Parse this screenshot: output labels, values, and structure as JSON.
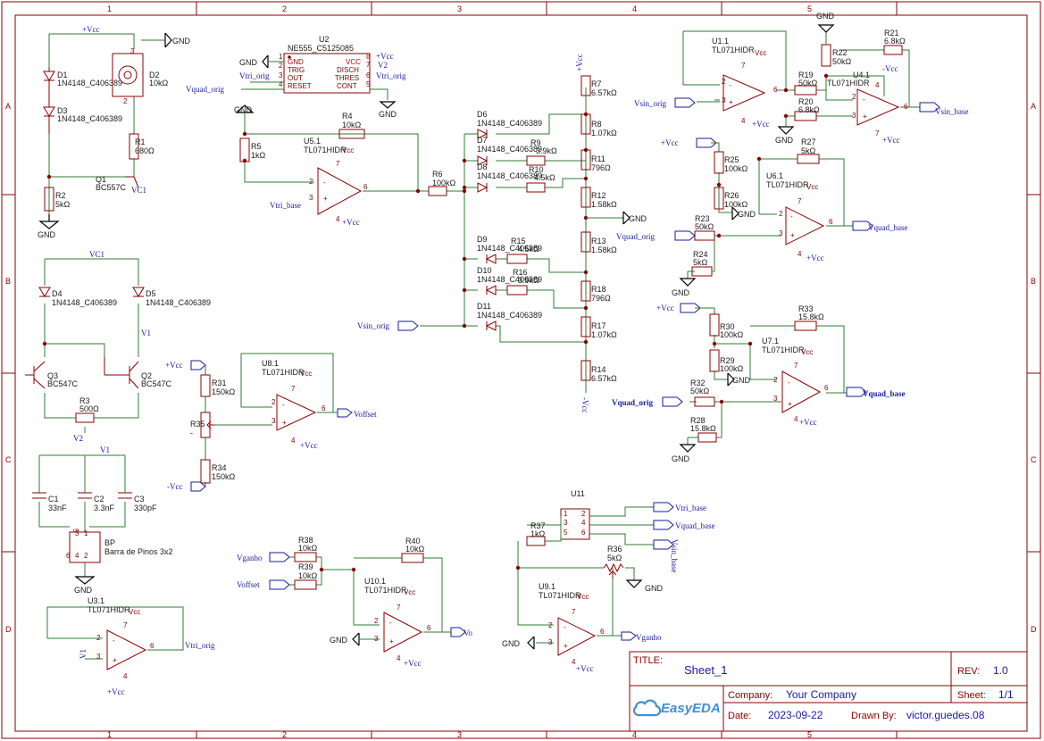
{
  "grid": {
    "cols": [
      "1",
      "2",
      "3",
      "4",
      "5"
    ],
    "rows": [
      "A",
      "B",
      "C",
      "D"
    ]
  },
  "power": {
    "vcc": "+Vcc",
    "vee": "-Vcc",
    "gnd": "GND"
  },
  "nets": {
    "vtri_orig": "Vtri_orig",
    "vquad_orig": "Vquad_orig",
    "vtri_base": "Vtri_base",
    "vsin_orig": "Vsin_orig",
    "vsin_base": "Vsin_base",
    "vquad_base": "Vquad_base",
    "voffset": "Voffset",
    "vganho": "Vganho",
    "vo": "Vo",
    "vc1": "VC1",
    "v1": "V1",
    "v2": "V2"
  },
  "components": {
    "d1": [
      "D1",
      "1N4148_C406389"
    ],
    "d3": [
      "D3",
      "1N4148_C406389"
    ],
    "d2": [
      "D2",
      "10kΩ"
    ],
    "r1": [
      "R1",
      "680Ω"
    ],
    "q1": [
      "Q1",
      "BC557C"
    ],
    "r2": [
      "R2",
      "5kΩ"
    ],
    "u2": [
      "U2",
      "NE555_C5125085"
    ],
    "u2pins": [
      "GND",
      "TRIG",
      "OUT",
      "RESET",
      "VCC",
      "DISCH",
      "THRES",
      "CONT"
    ],
    "r4": [
      "R4",
      "10kΩ"
    ],
    "r5": [
      "R5",
      "1kΩ"
    ],
    "u5": [
      "U5.1",
      "TL071HIDR"
    ],
    "r6": [
      "R6",
      "100kΩ"
    ],
    "d6": [
      "D6",
      "1N4148_C406389"
    ],
    "d7": [
      "D7",
      "1N4148_C406389"
    ],
    "d8": [
      "D8",
      "1N4148_C406389"
    ],
    "d9": [
      "D9",
      "1N4148_C406389"
    ],
    "d10": [
      "D10",
      "1N4148_C406389"
    ],
    "d11": [
      "D11",
      "1N4148_C406389"
    ],
    "r9": [
      "R9",
      "3.9kΩ"
    ],
    "r10": [
      "R10",
      "4.5kΩ"
    ],
    "r15": [
      "R15",
      "4.5kΩ"
    ],
    "r16": [
      "R16",
      "3.9kΩ"
    ],
    "r7": [
      "R7",
      "6.57kΩ"
    ],
    "r8": [
      "R8",
      "1.07kΩ"
    ],
    "r11": [
      "R11",
      "796Ω"
    ],
    "r12": [
      "R12",
      "1.58kΩ"
    ],
    "r13": [
      "R13",
      "1.58kΩ"
    ],
    "r18": [
      "R18",
      "796Ω"
    ],
    "r17": [
      "R17",
      "1.07kΩ"
    ],
    "r14": [
      "R14",
      "6.57kΩ"
    ],
    "u1": [
      "U1.1",
      "TL071HIDR"
    ],
    "r22": [
      "R22",
      "50kΩ"
    ],
    "r21": [
      "R21",
      "6.8kΩ"
    ],
    "r19": [
      "R19",
      "50kΩ"
    ],
    "r20": [
      "R20",
      "6.8kΩ"
    ],
    "u4": [
      "U4.1",
      "TL071HIDR"
    ],
    "r25": [
      "R25",
      "100kΩ"
    ],
    "r26": [
      "R26",
      "100kΩ"
    ],
    "r27": [
      "R27",
      "5kΩ"
    ],
    "u6": [
      "U6.1",
      "TL071HIDR"
    ],
    "r23": [
      "R23",
      "50kΩ"
    ],
    "r24": [
      "R24",
      "5kΩ"
    ],
    "r30": [
      "R30",
      "100kΩ"
    ],
    "r29": [
      "R29",
      "100kΩ"
    ],
    "r33": [
      "R33",
      "15.8kΩ"
    ],
    "u7": [
      "U7.1",
      "TL071HIDR"
    ],
    "r32": [
      "R32",
      "50kΩ"
    ],
    "r28": [
      "R28",
      "15.8kΩ"
    ],
    "d4": [
      "D4",
      "1N4148_C406389"
    ],
    "d5": [
      "D5",
      "1N4148_C406389"
    ],
    "q3": [
      "Q3",
      "BC547C"
    ],
    "q2": [
      "Q2",
      "BC547C"
    ],
    "r3": [
      "R3",
      "500Ω"
    ],
    "r31": [
      "R31",
      "150kΩ"
    ],
    "r35": [
      "R35",
      "-"
    ],
    "r34": [
      "R34",
      "150kΩ"
    ],
    "u8": [
      "U8.1",
      "TL071HIDR"
    ],
    "c1": [
      "C1",
      "33nF"
    ],
    "c2": [
      "C2",
      "3.3nF"
    ],
    "c3": [
      "C3",
      "330pF"
    ],
    "bp": [
      "BP",
      "Barra de Pinos 3x2"
    ],
    "u3": [
      "U3.1",
      "TL071HIDR"
    ],
    "r38": [
      "R38",
      "10kΩ"
    ],
    "r39": [
      "R39",
      "10kΩ"
    ],
    "r40": [
      "R40",
      "10kΩ"
    ],
    "u10": [
      "U10.1",
      "TL071HIDR"
    ],
    "u11": [
      "U11",
      ""
    ],
    "r37": [
      "R37",
      "1kΩ"
    ],
    "r36": [
      "R36",
      "5kΩ"
    ],
    "u9": [
      "U9.1",
      "TL071HIDR"
    ]
  },
  "opamp_pins": {
    "vcc": "Vcc"
  },
  "title_block": {
    "title_label": "TITLE:",
    "title": "Sheet_1",
    "rev_label": "REV:",
    "rev": "1.0",
    "company_label": "Company:",
    "company": "Your Company",
    "sheet_label": "Sheet:",
    "sheet": "1/1",
    "date_label": "Date:",
    "date": "2023-09-22",
    "drawn_label": "Drawn By:",
    "drawn": "victor.guedes.08",
    "logo": "EasyEDA"
  },
  "colors": {
    "frame": "#8b0000",
    "wire": "#2e7d32",
    "net": "#1a1aa0"
  }
}
